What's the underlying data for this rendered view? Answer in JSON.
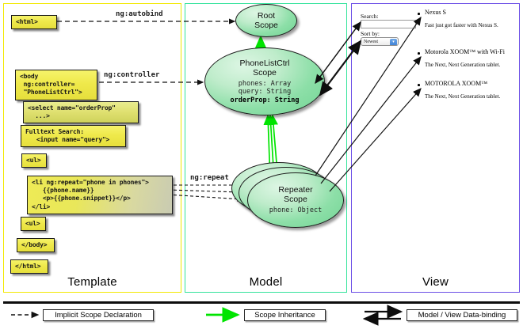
{
  "panels": {
    "template": {
      "label": "Template",
      "border_color": "#f2e800"
    },
    "model": {
      "label": "Model",
      "border_color": "#33e39b"
    },
    "view": {
      "label": "View",
      "border_color": "#6b4ee6"
    }
  },
  "template": {
    "boxes": [
      {
        "name": "html-open-tag",
        "text": "<html>"
      },
      {
        "name": "body-controller",
        "text": "<body\n ng:controller=\n \"PhoneListCtrl\">"
      },
      {
        "name": "select-orderprop",
        "text": "<select name=\"orderProp\"\n  ...>"
      },
      {
        "name": "fulltext-search",
        "text": "Fulltext Search:\n   <input name=\"query\">"
      },
      {
        "name": "ul-open-tag",
        "text": "<ul>"
      },
      {
        "name": "li-ng-repeat",
        "text": "<li ng:repeat=\"phone in phones\">\n   {{phone.name}}\n   <p>{{phone.snippet}}</p>\n</li>"
      },
      {
        "name": "ul-close-tag",
        "text": "<ul>"
      },
      {
        "name": "body-close-tag",
        "text": "</body>"
      },
      {
        "name": "html-close-tag",
        "text": "</html>"
      }
    ]
  },
  "model": {
    "scopes": [
      {
        "name": "root-scope",
        "title": "Root\nScope",
        "props": ""
      },
      {
        "name": "phonelistctrl-scope",
        "title": "PhoneListCtrl\nScope",
        "props_plain": "phones: Array\nquery: String",
        "props_bold": "orderProp: String"
      },
      {
        "name": "repeater-scope",
        "title": "Repeater\nScope",
        "props": "phone: Object"
      }
    ]
  },
  "view": {
    "search_label": "Search:",
    "search_value": "",
    "sort_label": "Sort by:",
    "sort_selected": "Newest",
    "sort_options": [
      "Newest"
    ],
    "phones": [
      {
        "name": "Nexus S",
        "snippet": "Fast just got faster with Nexus S."
      },
      {
        "name": "Motorola XOOM™ with Wi-Fi",
        "snippet": "The Next, Next Generation tablet."
      },
      {
        "name": "MOTOROLA XOOM™",
        "snippet": "The Next, Next Generation tablet."
      }
    ]
  },
  "edges": {
    "autobind": "ng:autobind",
    "controller": "ng:controller",
    "repeat": "ng:repeat"
  },
  "legend": {
    "items": [
      {
        "name": "implicit-scope-declaration",
        "label": "Implicit Scope Declaration",
        "style": "dashed-arrow",
        "color": "#111111"
      },
      {
        "name": "scope-inheritance",
        "label": "Scope Inheritance",
        "style": "solid-arrow",
        "color": "#00e000"
      },
      {
        "name": "model-view-data-binding",
        "label": "Model / View Data-binding",
        "style": "double-arrow",
        "color": "#111111"
      }
    ]
  }
}
